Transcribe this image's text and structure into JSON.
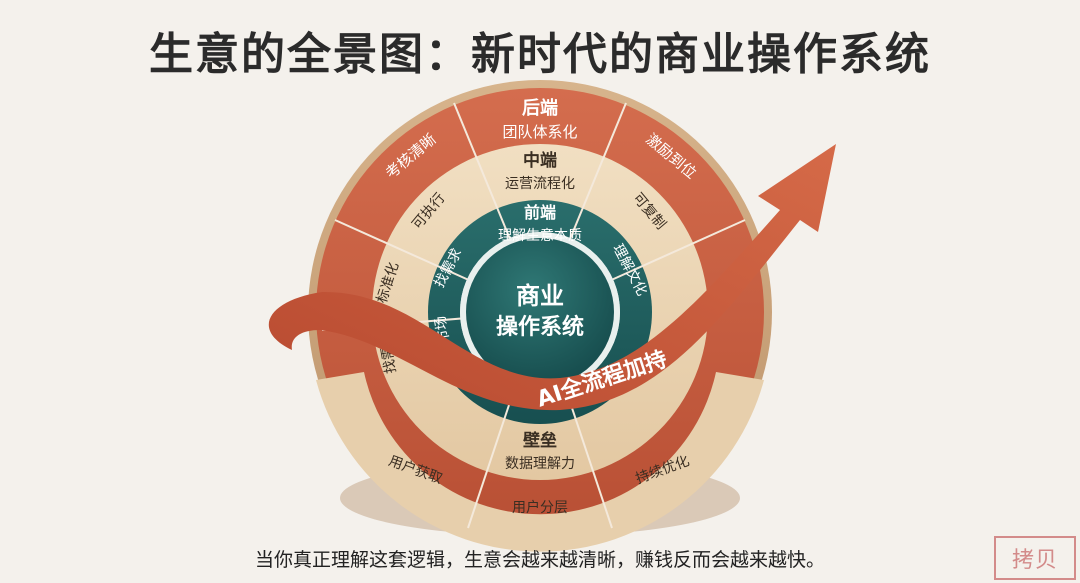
{
  "title": "生意的全景图：新时代的商业操作系统",
  "center": {
    "line1": "商业",
    "line2": "操作系统"
  },
  "rings": {
    "outer": {
      "head_title": "后端",
      "head_sub": "团队体系化",
      "left": "考核清晰",
      "right": "激励到位"
    },
    "middle": {
      "head_title": "中端",
      "head_sub": "运营流程化",
      "upper_left": "可执行",
      "left": "标准化",
      "lower_left": "找需场",
      "right": "可复制"
    },
    "inner": {
      "head_title": "前端",
      "head_sub": "理解生意本质",
      "left_upper": "找需求",
      "left_lower": "找市场",
      "right": "理解文化"
    },
    "bottom": {
      "head_title": "壁垒",
      "head_sub": "数据理解力",
      "left": "用户获取",
      "center": "用户分层",
      "right": "持续优化"
    }
  },
  "arrow_label": "AI全流程加持",
  "caption": "当你真正理解这套逻辑，生意会越来越清晰，赚钱反而会越来越快。",
  "seal_text": "拷贝",
  "colors": {
    "outer_ring": "#c95e43",
    "middle_ring": "#ead4b4",
    "inner_ring": "#1e5e5e",
    "center": "#1b5858",
    "bottom_ring": "#c9a47d",
    "arrow": "#c65a3c"
  }
}
